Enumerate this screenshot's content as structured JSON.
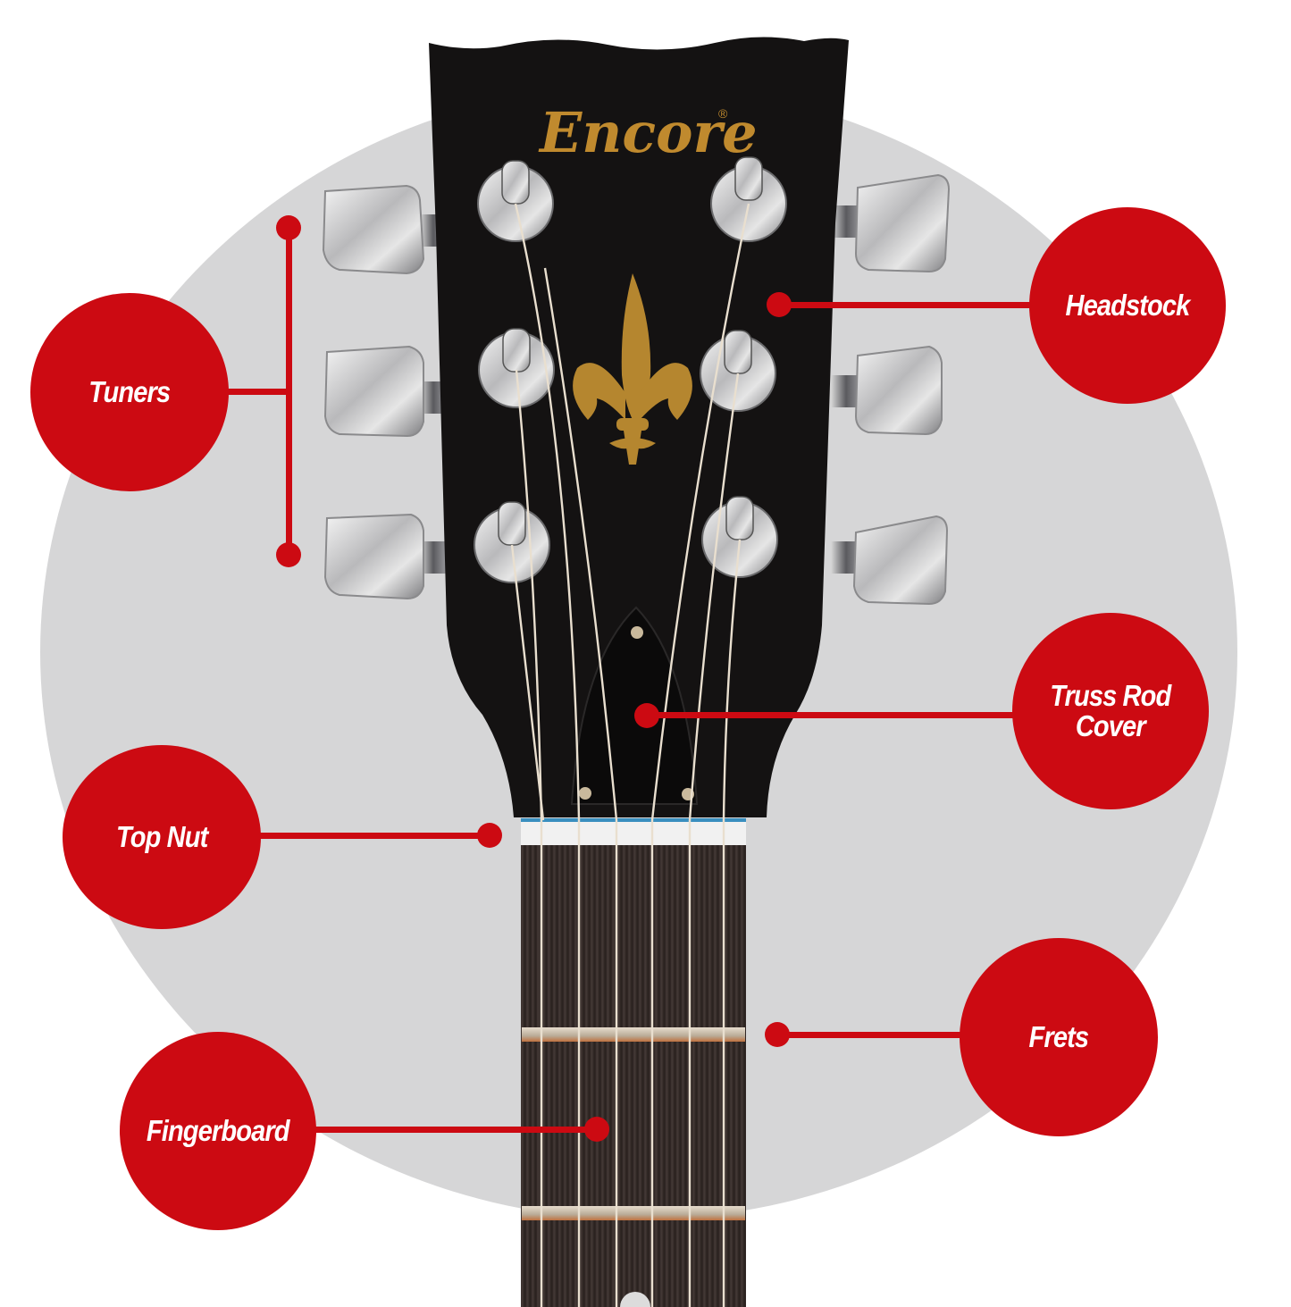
{
  "diagram": {
    "subject": "Guitar headstock and neck",
    "brand_logo": "Encore",
    "registered_mark": "®",
    "background_circle_color": "#d6d6d7",
    "accent_color": "#cc0a12",
    "headstock_color": "#141212",
    "logo_color": "#c08a2e",
    "fingerboard_color": "#3a302d"
  },
  "labels": [
    {
      "id": "tuners",
      "text": "Tuners"
    },
    {
      "id": "headstock",
      "text": "Headstock"
    },
    {
      "id": "truss_rod_cover",
      "text": "Truss Rod\nCover"
    },
    {
      "id": "top_nut",
      "text": "Top Nut"
    },
    {
      "id": "frets",
      "text": "Frets"
    },
    {
      "id": "fingerboard",
      "text": "Fingerboard"
    }
  ]
}
